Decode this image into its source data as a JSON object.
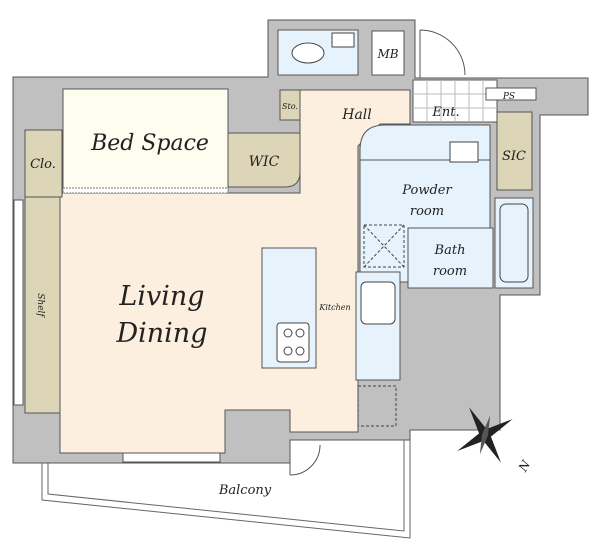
{
  "rooms": {
    "bed_space": "Bed  Space",
    "closet": "Clo.",
    "wic": "WIC",
    "storage": "Sto.",
    "hall": "Hall",
    "mb": "MB",
    "entrance": "Ent.",
    "ps": "PS",
    "sic": "SIC",
    "powder_line1": "Powder",
    "powder_line2": "room",
    "bath_line1": "Bath",
    "bath_line2": "room",
    "living": "Living",
    "dining": "Dining",
    "kitchen": "Kitchen",
    "shelf": "Shelf",
    "balcony": "Balcony"
  },
  "compass": {
    "north_label": "N"
  },
  "colors": {
    "wall": "#c0c0c0",
    "living": "#fcefdf",
    "bed": "#fffdf0",
    "storage": "#ddd5b8",
    "wet": "#e6f3fc"
  }
}
